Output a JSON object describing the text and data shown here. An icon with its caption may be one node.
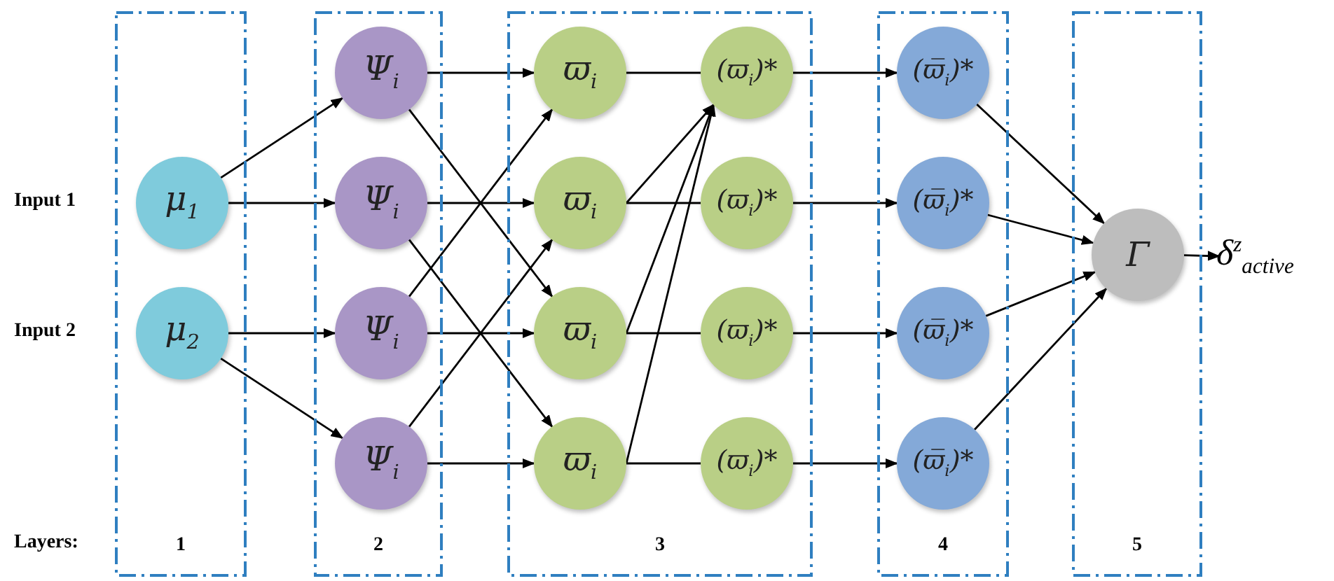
{
  "diagram": {
    "nodes": [
      {
        "text": [
          "1"
        ]
      },
      {
        "text": [
          "μ$_{1}$"
        ],
        "in": 0
      },
      {
        "text": [
          "μ$_{2}$"
        ],
        "in": 0
      },
      {
        "text": [
          "2"
        ]
      },
      {
        "text": [
          "Ψ$_{i}$"
        ],
        "in": 3
      },
      {
        "text": [
          "Ψ$_{i}$"
        ],
        "in": 3
      },
      {
        "text": [
          "Ψ$_{i}$"
        ],
        "in": 3
      },
      {
        "text": [
          "Ψ$_{i}$"
        ],
        "in": 3
      },
      {
        "text": [
          "3"
        ]
      },
      {
        "text": [
          "ϖ$_{i}$"
        ],
        "in": 8
      },
      {
        "text": [
          "ϖ$_{i}$"
        ],
        "in": 8
      },
      {
        "text": [
          "ϖ$_{i}$"
        ],
        "in": 8
      },
      {
        "text": [
          "ϖ$_{i}$"
        ],
        "in": 8
      },
      {
        "text": [
          "(ϖ$_{i}$)*"
        ],
        "in": 8
      },
      {
        "text": [
          "(ϖ$_{i}$)*"
        ],
        "in": 8
      },
      {
        "text": [
          "(ϖ$_{i}$)*"
        ],
        "in": 8
      },
      {
        "text": [
          "(ϖ$_{i}$)*"
        ],
        "in": 8
      },
      {
        "text": [
          "4"
        ]
      },
      {
        "text": [
          "(ϖ̅$_{i}$)*"
        ],
        "in": 17
      },
      {
        "text": [
          "(ϖ̅$_{i}$)*"
        ],
        "in": 17
      },
      {
        "text": [
          "(ϖ̅$_{i}$)*"
        ],
        "in": 17
      },
      {
        "text": [
          "(ϖ̅$_{i}$)*"
        ],
        "in": 17
      },
      {
        "text": [
          "5"
        ]
      },
      {
        "text": [
          "Γ"
        ],
        "in": 22
      },
      {
        "text": [
          "δ$^{z}$$_{active}$"
        ]
      }
    ],
    "edges": [
      {
        "from": 1,
        "to": 4,
        "arrow": "to"
      },
      {
        "from": 1,
        "to": 5,
        "arrow": "to"
      },
      {
        "from": 2,
        "to": 6,
        "arrow": "to"
      },
      {
        "from": 2,
        "to": 7,
        "arrow": "to"
      },
      {
        "from": 4,
        "to": 9,
        "arrow": "to"
      },
      {
        "from": 4,
        "to": 11,
        "arrow": "to"
      },
      {
        "from": 5,
        "to": 10,
        "arrow": "to"
      },
      {
        "from": 5,
        "to": 12,
        "arrow": "to"
      },
      {
        "from": 6,
        "to": 11,
        "arrow": "to"
      },
      {
        "from": 6,
        "to": 9,
        "arrow": "to"
      },
      {
        "from": 7,
        "to": 12,
        "arrow": "to"
      },
      {
        "from": 7,
        "to": 10,
        "arrow": "to"
      },
      {
        "from": 10,
        "to": 13,
        "arrow": "to"
      },
      {
        "from": 11,
        "to": 13,
        "arrow": "to"
      },
      {
        "from": 12,
        "to": 13,
        "arrow": "to"
      },
      {
        "from": 9,
        "to": 13,
        "arrow": "none"
      },
      {
        "from": 10,
        "to": 14,
        "arrow": "none"
      },
      {
        "from": 11,
        "to": 15,
        "arrow": "none"
      },
      {
        "from": 12,
        "to": 16,
        "arrow": "none"
      },
      {
        "from": 13,
        "to": 18,
        "arrow": "to"
      },
      {
        "from": 14,
        "to": 19,
        "arrow": "to"
      },
      {
        "from": 15,
        "to": 20,
        "arrow": "to"
      },
      {
        "from": 16,
        "to": 21,
        "arrow": "to"
      },
      {
        "from": 18,
        "to": 23,
        "arrow": "to"
      },
      {
        "from": 19,
        "to": 23,
        "arrow": "to"
      },
      {
        "from": 20,
        "to": 23,
        "arrow": "to"
      },
      {
        "from": 21,
        "to": 23,
        "arrow": "to"
      },
      {
        "from": 23,
        "to": 24,
        "arrow": "to"
      }
    ],
    "labels": [
      "Input 1",
      "Input 2",
      "Layers:"
    ]
  }
}
